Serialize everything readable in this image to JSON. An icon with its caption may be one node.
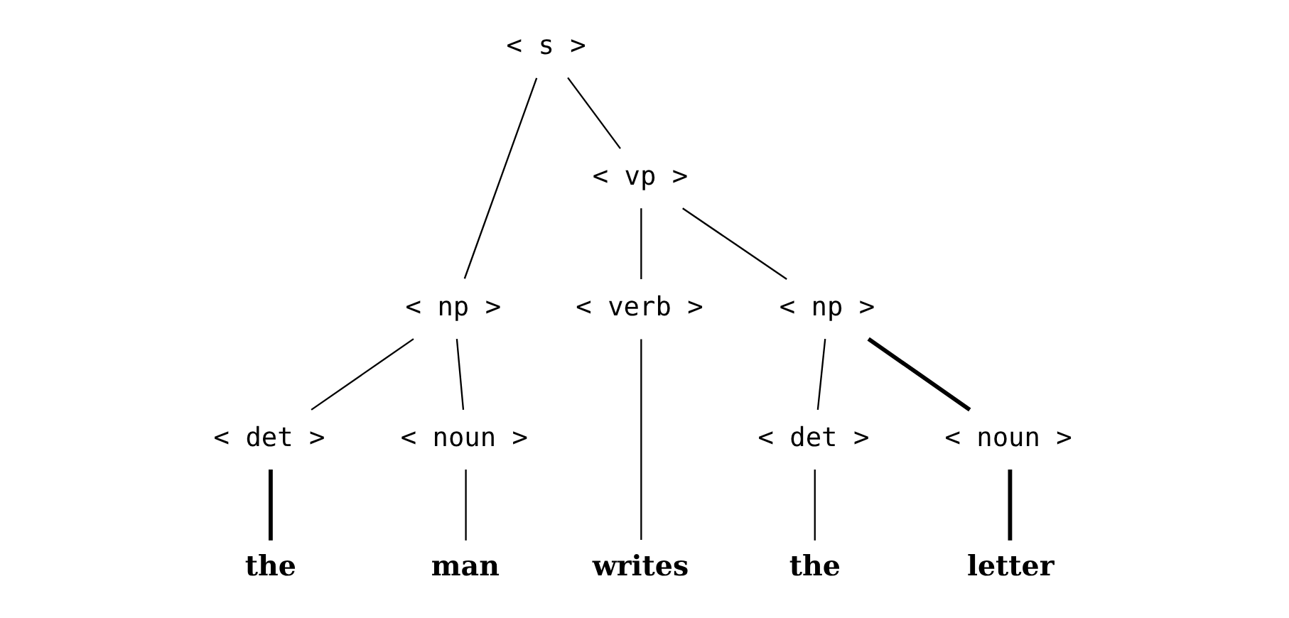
{
  "diagram": {
    "nodes": [
      {
        "text": [
          "< s >"
        ]
      },
      {
        "text": [
          "< np >"
        ]
      },
      {
        "text": [
          "< vp >"
        ]
      },
      {
        "text": [
          "< det >"
        ]
      },
      {
        "text": [
          "< noun >"
        ]
      },
      {
        "text": [
          "< verb >"
        ]
      },
      {
        "text": [
          "< np >"
        ]
      },
      {
        "text": [
          "< det >"
        ]
      },
      {
        "text": [
          "< noun >"
        ]
      },
      {
        "text": [
          "the"
        ]
      },
      {
        "text": [
          "man"
        ]
      },
      {
        "text": [
          "writes"
        ]
      },
      {
        "text": [
          "the"
        ]
      },
      {
        "text": [
          "letter"
        ]
      }
    ],
    "edges": [
      {
        "from": 0,
        "to": 1,
        "arrow": "none"
      },
      {
        "from": 0,
        "to": 2,
        "arrow": "none"
      },
      {
        "from": 1,
        "to": 3,
        "arrow": "none"
      },
      {
        "from": 1,
        "to": 4,
        "arrow": "none"
      },
      {
        "from": 3,
        "to": 9,
        "arrow": "none",
        "style": "thick"
      },
      {
        "from": 4,
        "to": 10,
        "arrow": "none"
      },
      {
        "from": 2,
        "to": 5,
        "arrow": "none"
      },
      {
        "from": 2,
        "to": 6,
        "arrow": "none"
      },
      {
        "from": 5,
        "to": 11,
        "arrow": "none"
      },
      {
        "from": 6,
        "to": 7,
        "arrow": "none"
      },
      {
        "from": 6,
        "to": 8,
        "arrow": "none",
        "style": "thick"
      },
      {
        "from": 7,
        "to": 12,
        "arrow": "none"
      },
      {
        "from": 8,
        "to": 13,
        "arrow": "none",
        "style": "thick"
      }
    ]
  }
}
